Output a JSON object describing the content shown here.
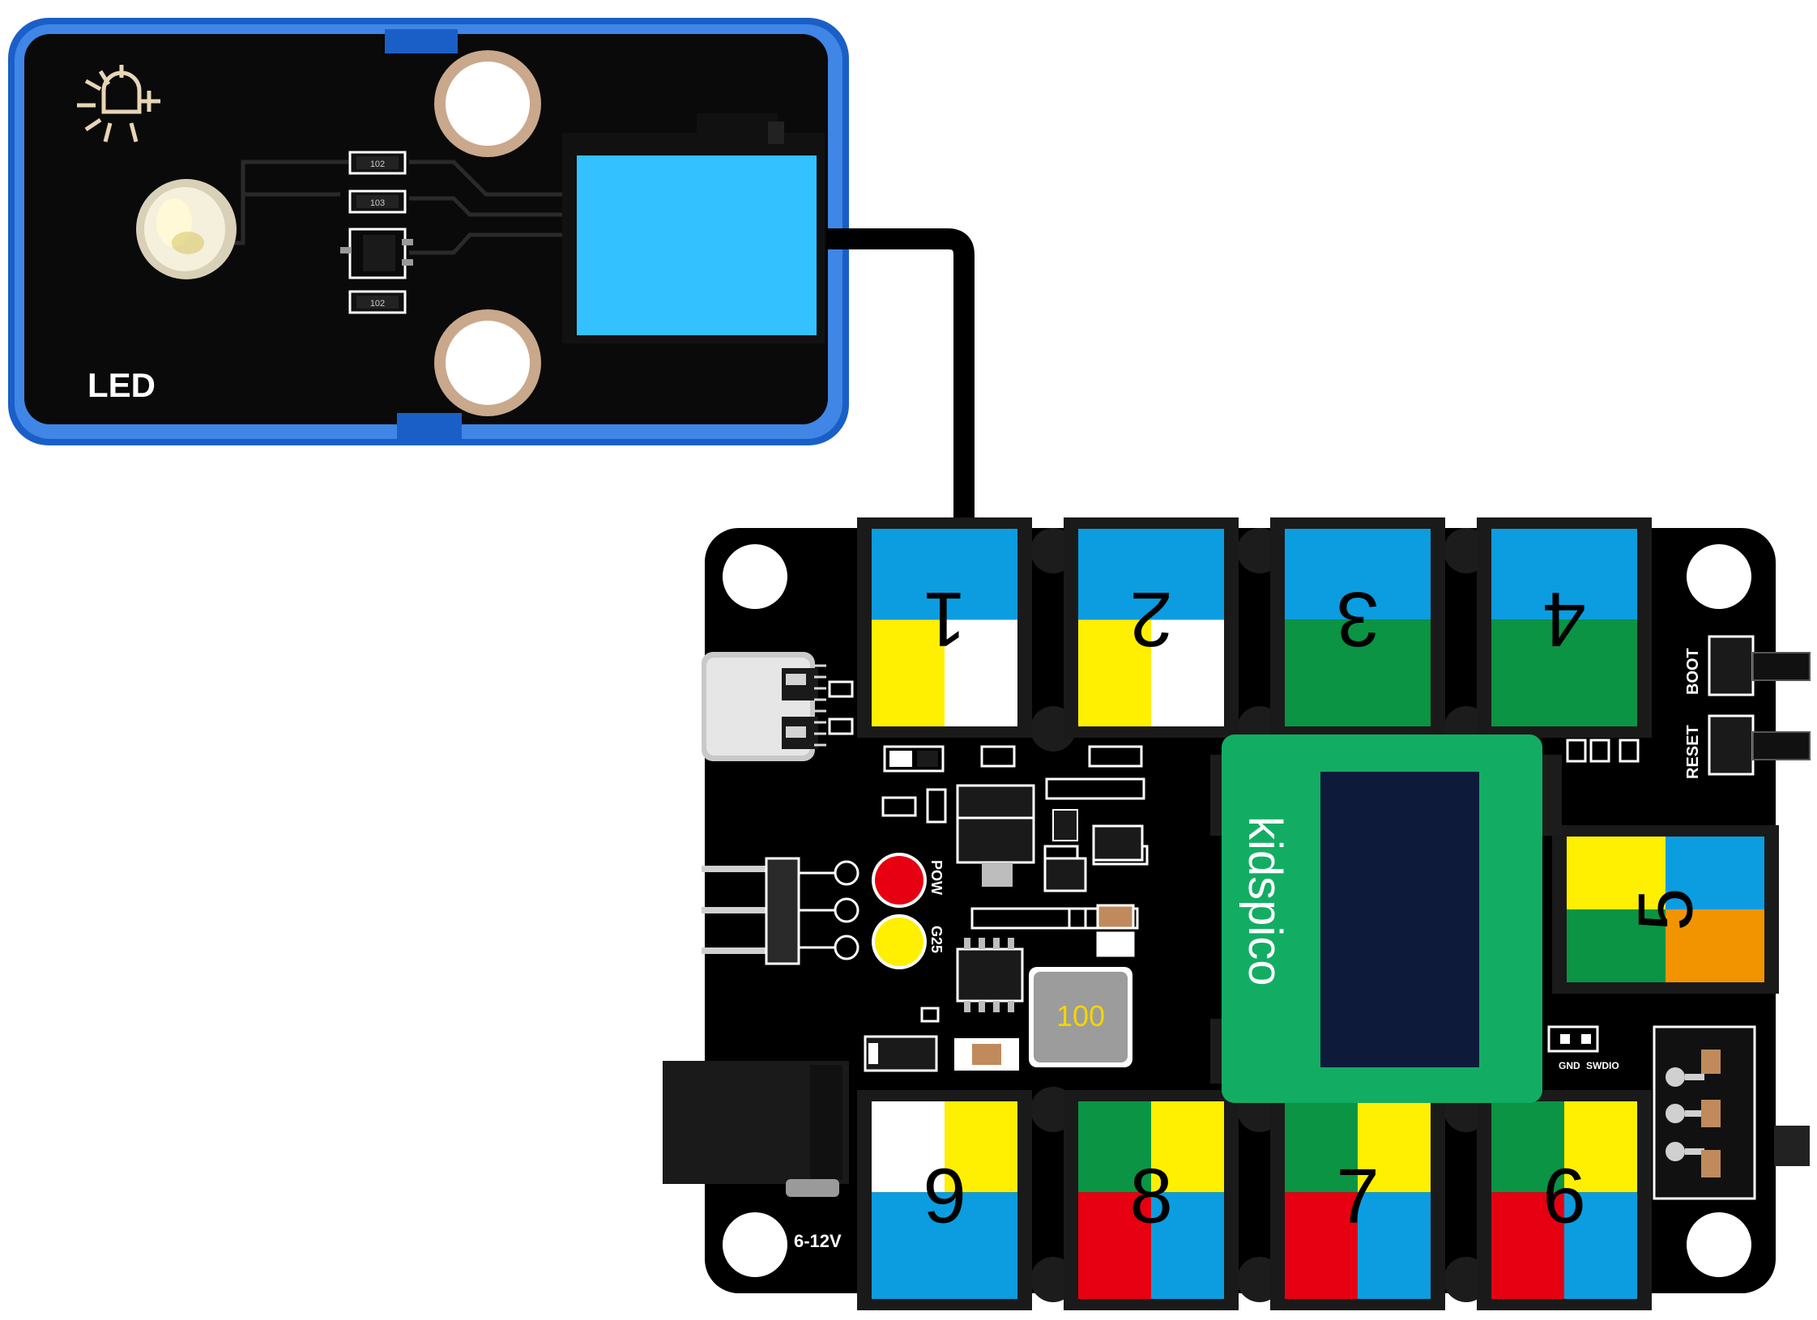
{
  "led_module": {
    "label": "LED",
    "resistor_codes": [
      "102",
      "103",
      "102"
    ]
  },
  "main_board": {
    "brand": "kidspico",
    "inductor_code": "100",
    "labels": {
      "boot": "BOOT",
      "reset": "RESET",
      "pow": "POW",
      "g25": "G25",
      "gnd": "GND",
      "swdio": "SWDIO",
      "power_input": "6-12V"
    },
    "ports": [
      {
        "number": "1",
        "colors": [
          "#0b9de0",
          "#ffef00",
          "#ffffff"
        ]
      },
      {
        "number": "2",
        "colors": [
          "#0b9de0",
          "#ffef00",
          "#ffffff"
        ]
      },
      {
        "number": "3",
        "colors": [
          "#0b9de0",
          "#0a9444",
          "#0a9444"
        ]
      },
      {
        "number": "4",
        "colors": [
          "#0b9de0",
          "#0a9444",
          "#0a9444"
        ]
      },
      {
        "number": "5",
        "colors": [
          "#ffef00",
          "#0b9de0",
          "#0a9444",
          "#f29400"
        ]
      },
      {
        "number": "6",
        "colors": [
          "#0a9444",
          "#ffef00",
          "#e60012",
          "#0b9de0"
        ]
      },
      {
        "number": "7",
        "colors": [
          "#0a9444",
          "#ffef00",
          "#e60012",
          "#0b9de0"
        ]
      },
      {
        "number": "8",
        "colors": [
          "#0a9444",
          "#ffef00",
          "#e60012",
          "#0b9de0"
        ]
      },
      {
        "number": "9",
        "colors": [
          "#ffffff",
          "#ffef00",
          "#0b9de0",
          "#0b9de0"
        ]
      }
    ]
  },
  "colors": {
    "module_frame": "#1a5fc8",
    "connector_blue": "#33c1ff",
    "pow_led": "#e60012",
    "g25_led": "#ffef00",
    "screen_frame": "#12ad63",
    "screen": "#0e1a3a"
  }
}
